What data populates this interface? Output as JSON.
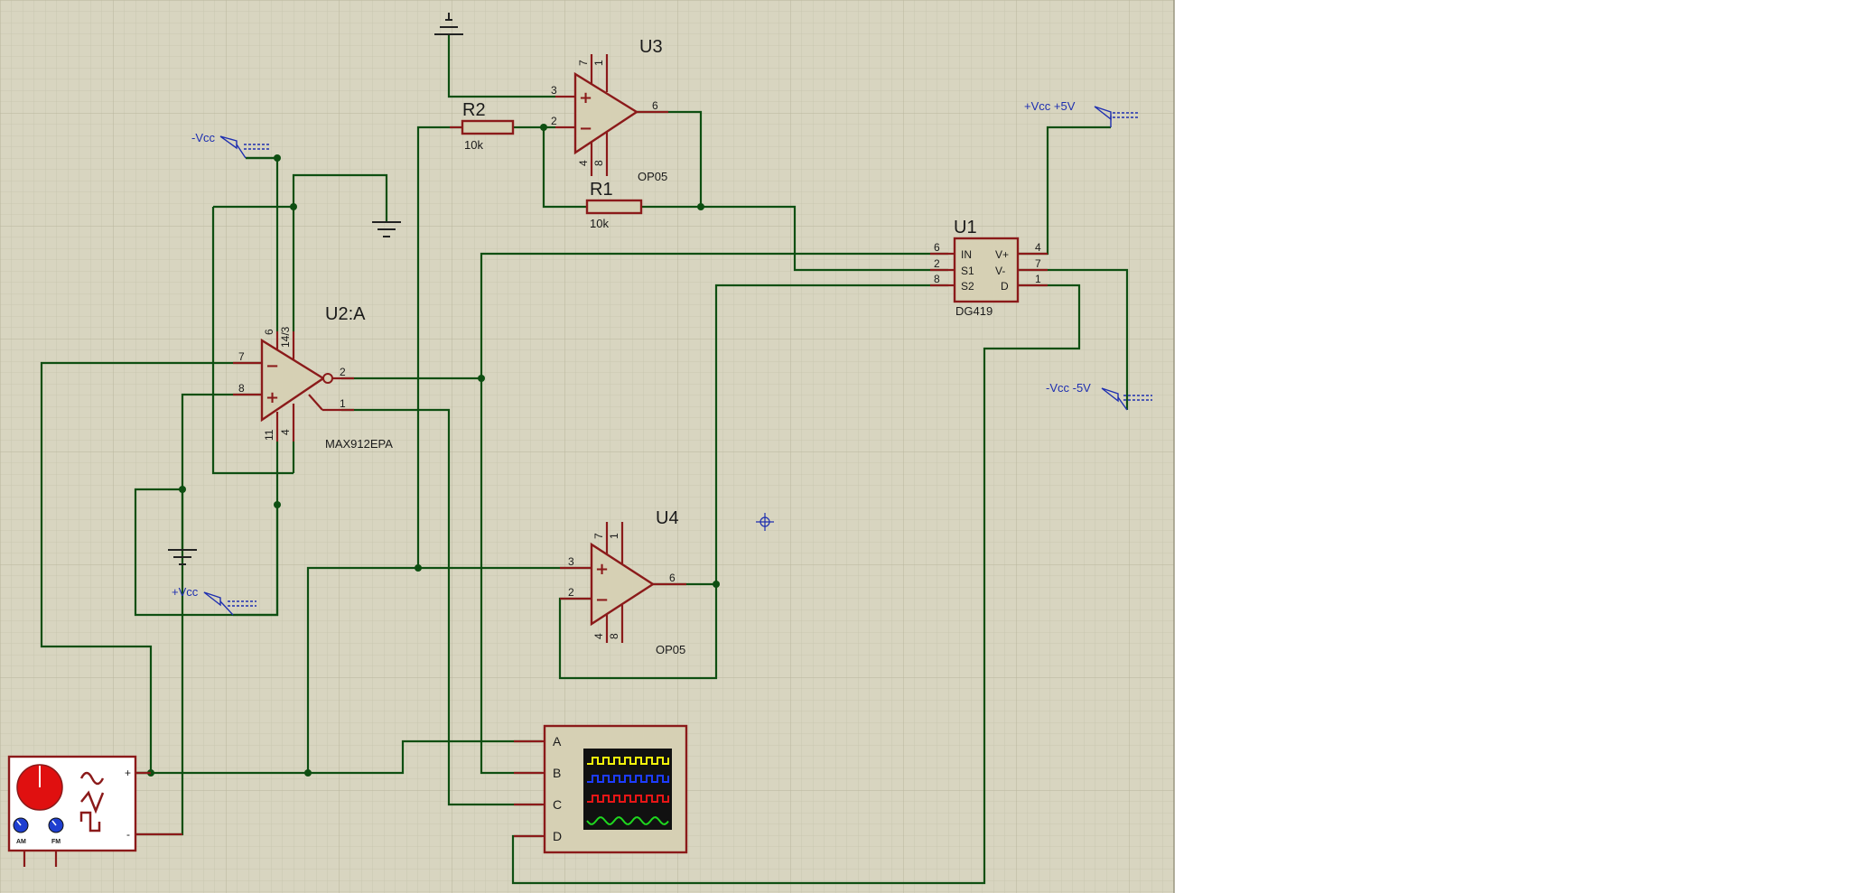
{
  "components": {
    "u1": {
      "ref": "U1",
      "part": "DG419",
      "pins": {
        "in": "6",
        "s1": "2",
        "s2": "8",
        "vp": "4",
        "vm": "7",
        "d": "1"
      },
      "labels": {
        "in": "IN",
        "s1": "S1",
        "s2": "S2",
        "vp": "V+",
        "vm": "V-",
        "d": "D"
      }
    },
    "u2": {
      "ref": "U2:A",
      "part": "MAX912EPA",
      "pins": {
        "inv": "7",
        "noninv": "8",
        "out": "2",
        "out2": "1",
        "top1": "6",
        "top2": "14/3",
        "bot1": "11",
        "bot2": "4"
      }
    },
    "u3": {
      "ref": "U3",
      "part": "OP05",
      "pins": {
        "noninv": "3",
        "inv": "2",
        "out": "6",
        "top1": "7",
        "top2": "1",
        "bot1": "4",
        "bot2": "8"
      }
    },
    "u4": {
      "ref": "U4",
      "part": "OP05",
      "pins": {
        "noninv": "3",
        "inv": "2",
        "out": "6",
        "top1": "7",
        "top2": "1",
        "bot1": "4",
        "bot2": "8"
      }
    },
    "r1": {
      "ref": "R1",
      "value": "10k"
    },
    "r2": {
      "ref": "R2",
      "value": "10k"
    }
  },
  "rails": {
    "neg_vcc": "-Vcc",
    "pos_vcc": "+Vcc",
    "pos5": "+Vcc +5V",
    "neg5": "-Vcc -5V"
  },
  "signs": {
    "plus": "+",
    "minus": "−"
  },
  "oscilloscope": {
    "channels": [
      "A",
      "B",
      "C",
      "D"
    ],
    "trace_colors": [
      "#f2f20a",
      "#1d3cff",
      "#e81616",
      "#1fd81f"
    ]
  },
  "generator": {
    "knob_labels": [
      "AM",
      "FM"
    ],
    "terminals": [
      "+",
      "-"
    ],
    "knob_color": "#e01010"
  },
  "colors": {
    "grid_bg": "#d8d5c0",
    "wire": "#0e4f12",
    "component": "#8b1a1a",
    "rail_label": "#1e2fb0"
  }
}
